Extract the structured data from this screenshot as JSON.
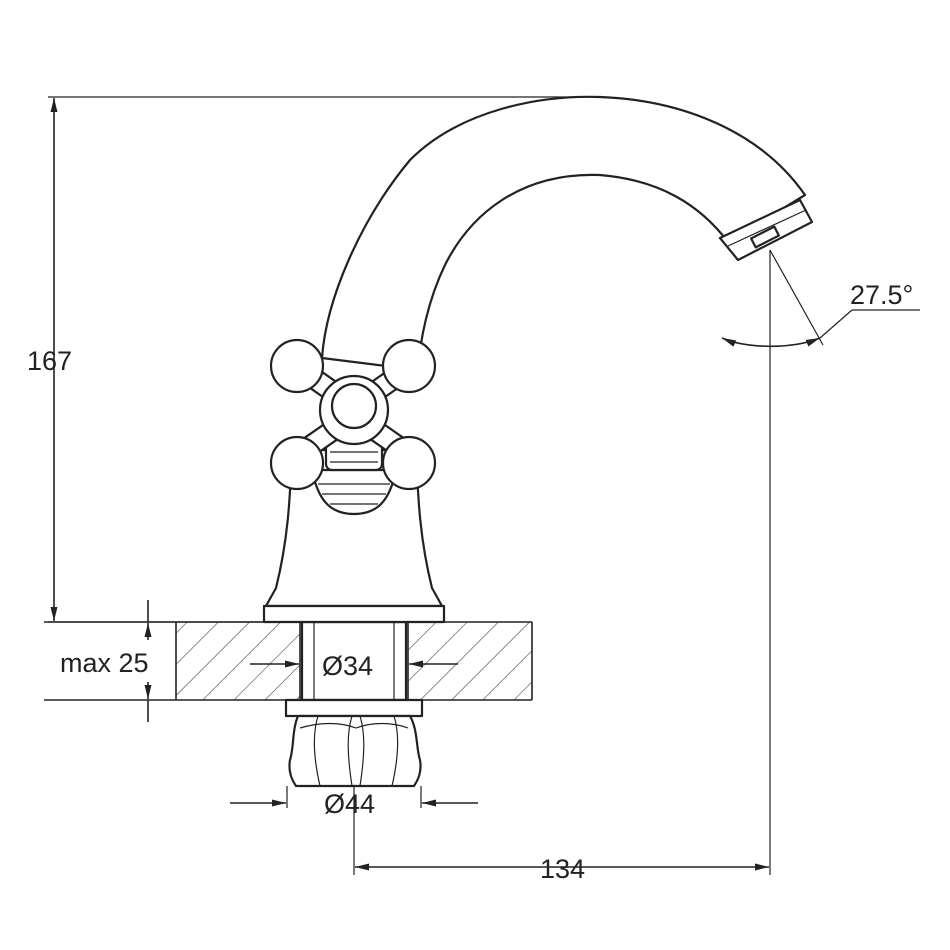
{
  "dimensions": {
    "height": "167",
    "deck_thickness": "max 25",
    "hole_diameter": "Ø34",
    "nut_diameter": "Ø44",
    "reach": "134",
    "spout_angle": "27.5°"
  },
  "colors": {
    "line": "#222222",
    "background": "#ffffff"
  }
}
